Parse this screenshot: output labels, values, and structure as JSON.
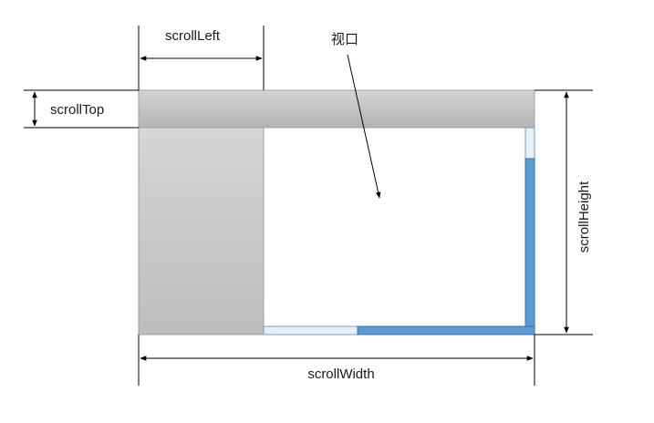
{
  "labels": {
    "scroll_left": "scrollLeft",
    "scroll_top": "scrollTop",
    "viewport": "视口",
    "scroll_height": "scrollHeight",
    "scroll_width": "scrollWidth"
  },
  "colors": {
    "gray_region_top": "#a9a9a9",
    "gray_region_bottom": "#d9d9d9",
    "scrollbar_thumb": "#5b9bd5",
    "scrollbar_track": "#e8eef5",
    "line": "#000000"
  }
}
